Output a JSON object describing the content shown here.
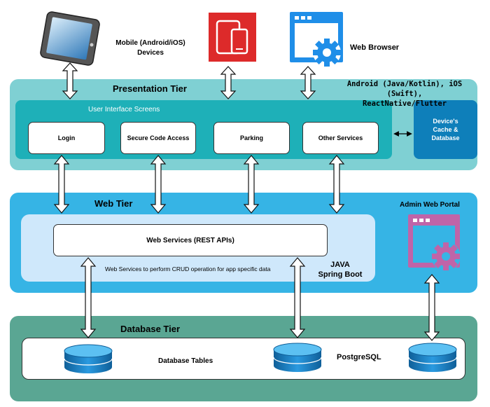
{
  "devices": {
    "mobile_label_line1": "Mobile (Android/iOS)",
    "mobile_label_line2": "Devices",
    "web_browser_label": "Web Browser",
    "tech_line1": "Android (Java/Kotlin), iOS (Swift),",
    "tech_line2": "ReactNative/Flutter"
  },
  "presentation": {
    "title": "Presentation Tier",
    "ui_label": "User Interface Screens",
    "screens": [
      "Login",
      "Secure Code Access",
      "Parking",
      "Other Services"
    ],
    "cache_line1": "Device's",
    "cache_line2": "Cache &",
    "cache_line3": "Database"
  },
  "web": {
    "title": "Web Tier",
    "admin_portal_label": "Admin Web Portal",
    "services_label": "Web Services (REST APIs)",
    "description": "Web Services to perform CRUD operation for app specific data",
    "java_line1": "JAVA",
    "java_line2": "Spring Boot"
  },
  "database": {
    "title": "Database Tier",
    "tables_label": "Database Tables",
    "engine_label": "PostgreSQL"
  },
  "colors": {
    "presentation_bg": "#7fd0d3",
    "ui_panel": "#1eb0b8",
    "cache_box": "#0e7fba",
    "web_tier_bg": "#36b4e5",
    "web_panel": "#cfe8fb",
    "db_tier_bg": "#5aa693",
    "icon_red": "#dd2a2a",
    "icon_blue": "#1f8ee8",
    "icon_pink": "#c064a8",
    "db_cylinder": "#1a86d0"
  }
}
